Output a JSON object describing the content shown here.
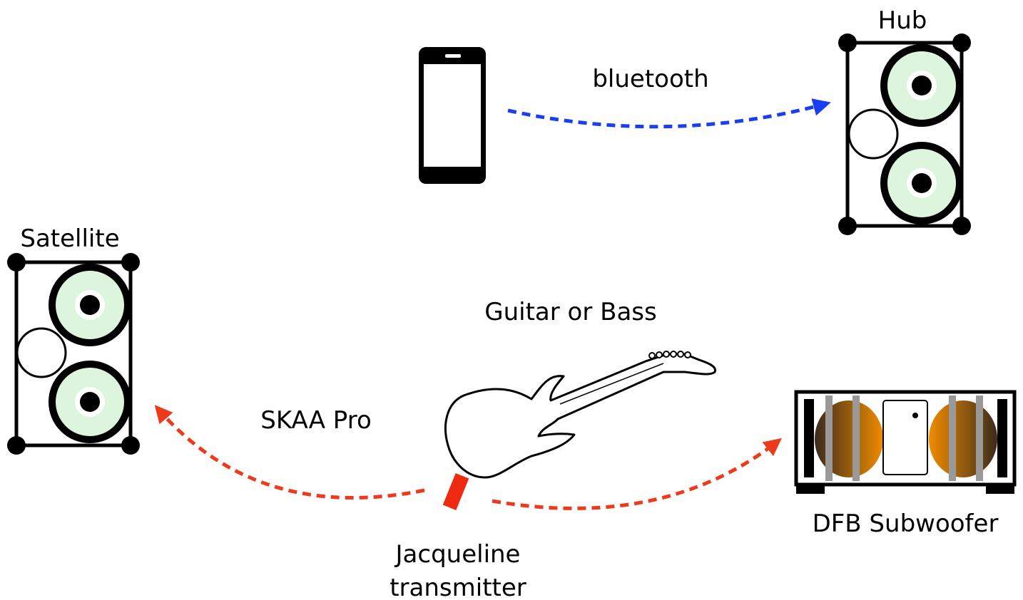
{
  "labels": {
    "hub": "Hub",
    "bluetooth": "bluetooth",
    "satellite": "Satellite",
    "guitar": "Guitar or Bass",
    "skaa": "SKAA Pro",
    "subwoofer": "DFB Subwoofer",
    "transmitter_line1": "Jacqueline",
    "transmitter_line2": "transmitter"
  },
  "colors": {
    "bluetooth_link": "#1a3ff0",
    "skaa_link": "#ee3a1c",
    "woofer_cone": "#ddf5dd",
    "transmitter": "#ee2a10",
    "sub_cone_light": "#f08c00",
    "sub_cone_dark": "#3a2a1c"
  },
  "icons": [
    "phone-icon",
    "hub-speaker-icon",
    "satellite-speaker-icon",
    "guitar-icon",
    "transmitter-icon",
    "subwoofer-icon"
  ]
}
